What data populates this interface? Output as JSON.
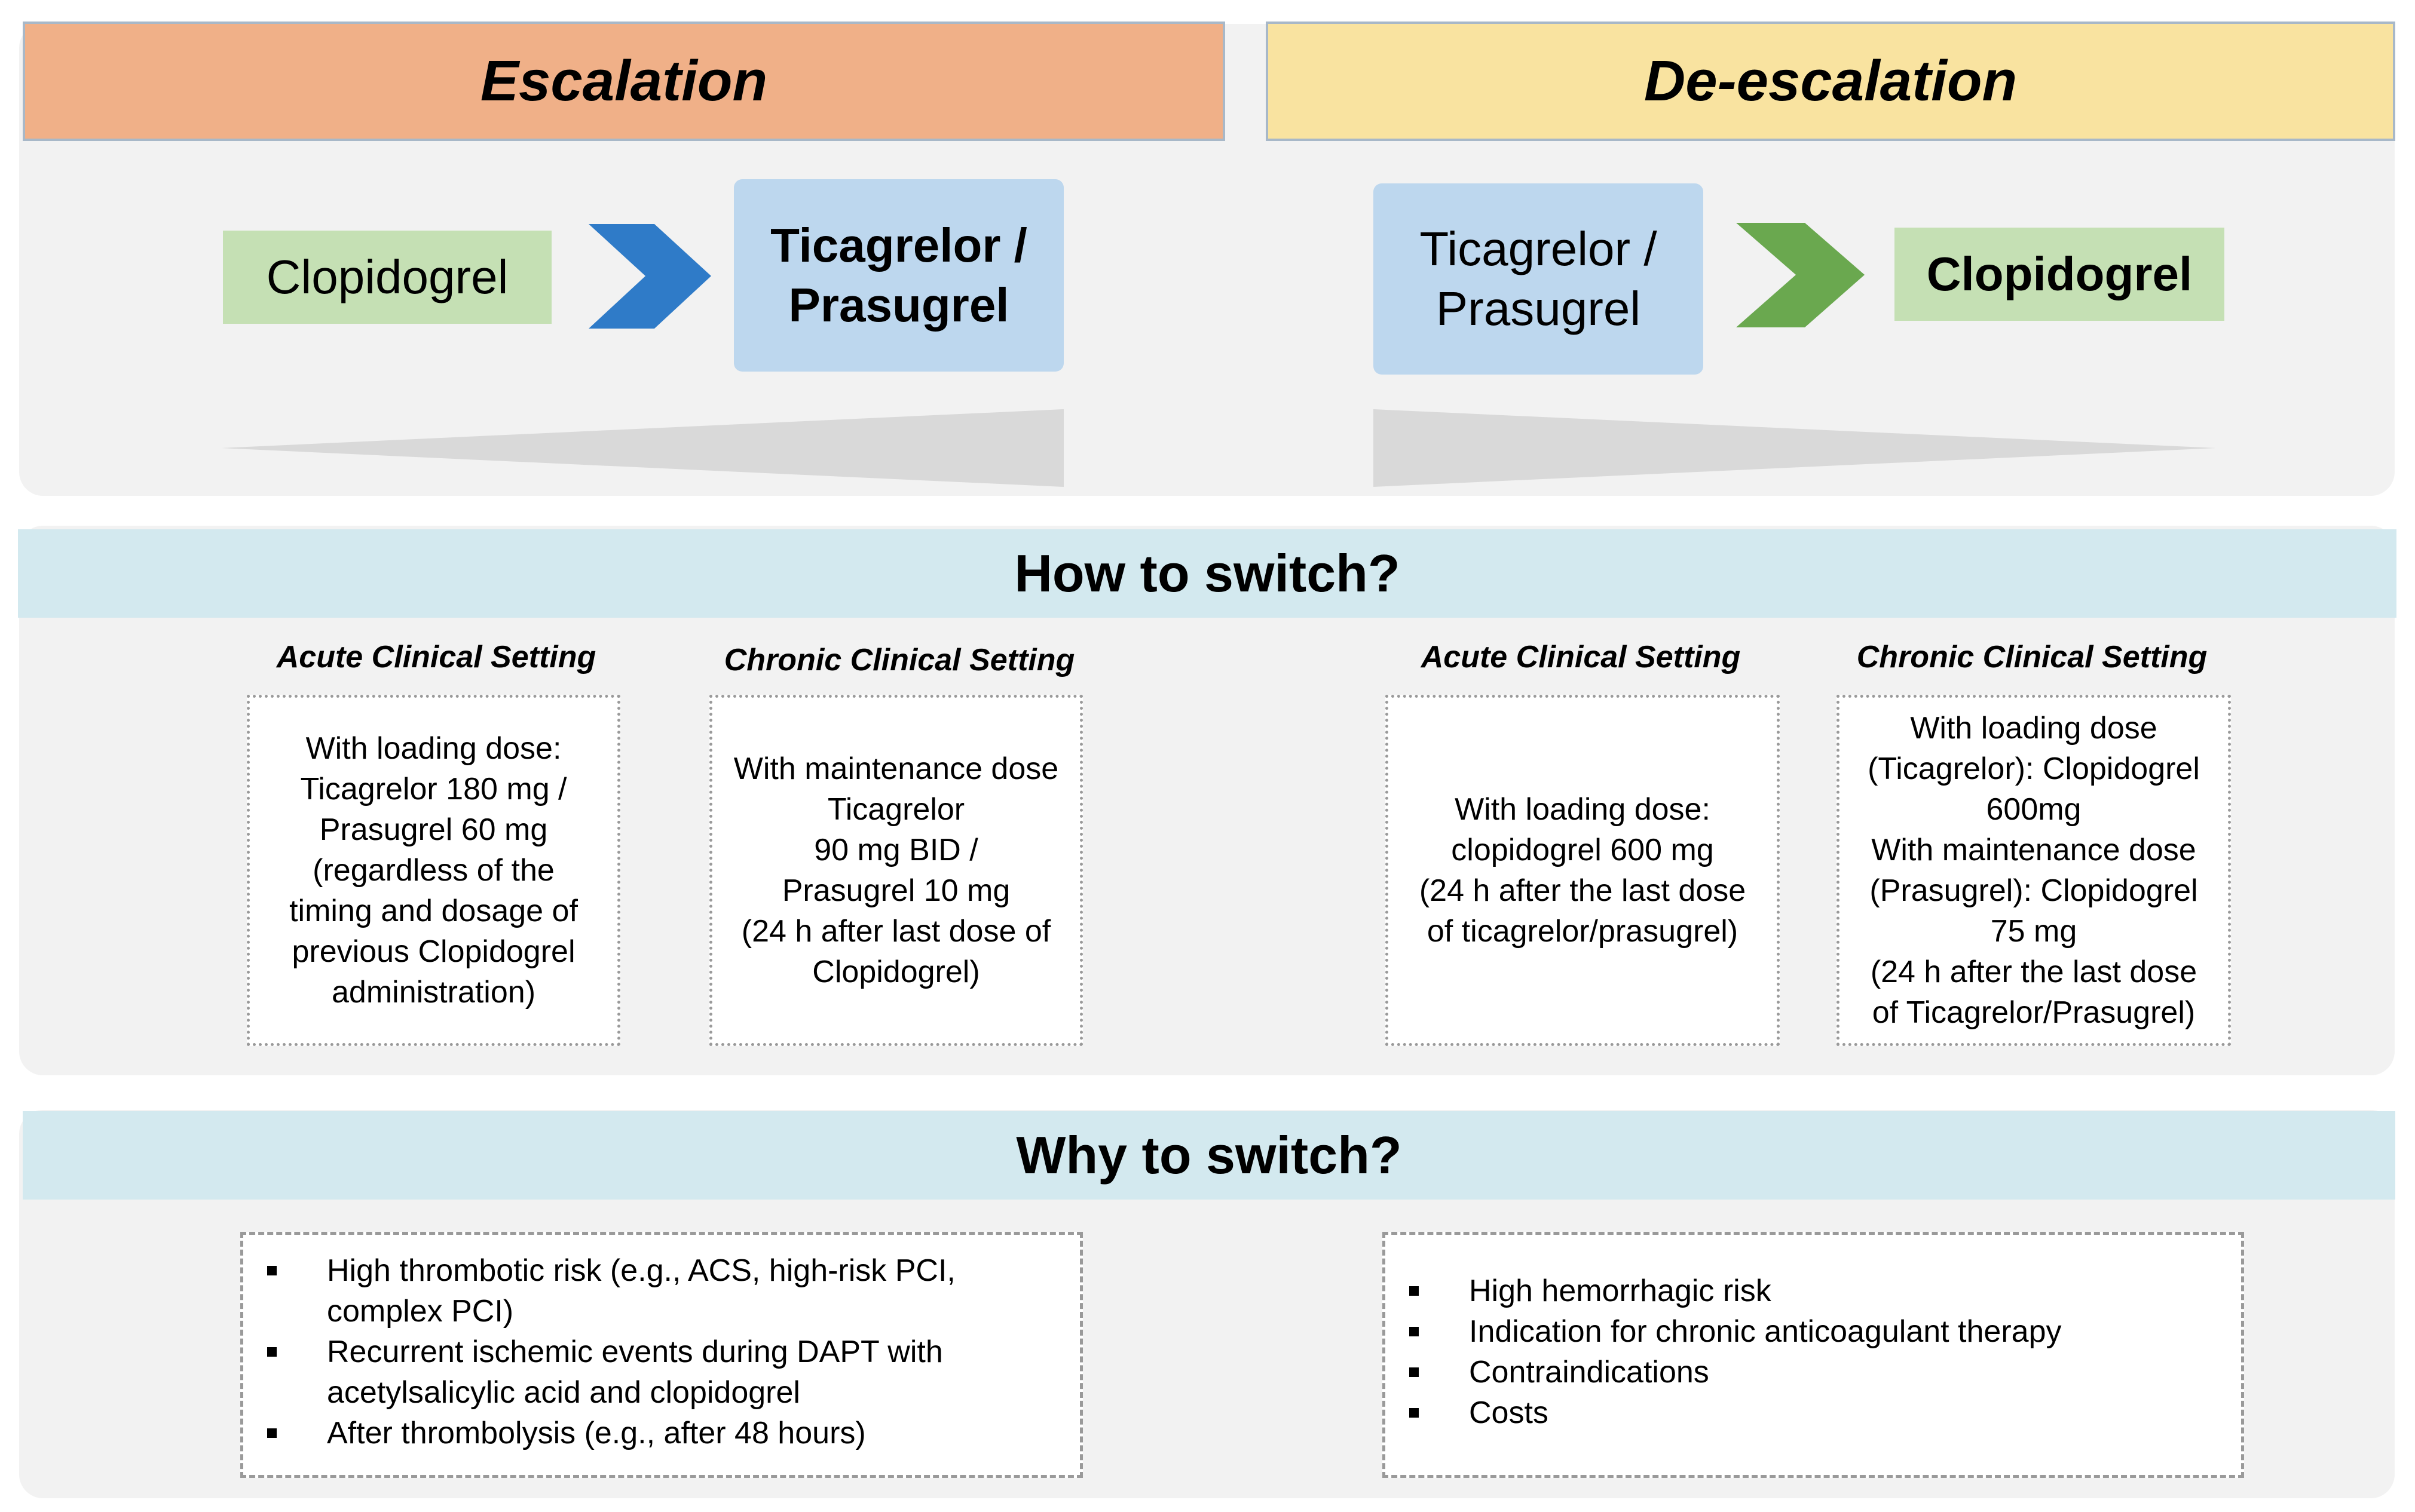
{
  "escalation": {
    "title": "Escalation",
    "from": "Clopidogrel",
    "to_line1": "Ticagrelor /",
    "to_line2": "Prasugrel",
    "arrow_color": "#2f7bc8"
  },
  "deescalation": {
    "title": "De-escalation",
    "from_line1": "Ticagrelor /",
    "from_line2": "Prasugrel",
    "to": "Clopidogrel",
    "arrow_color": "#6aa84f"
  },
  "how": {
    "title": "How to switch?",
    "settings": [
      {
        "label": "Acute Clinical Setting",
        "lines": [
          "With loading dose:",
          "Ticagrelor 180 mg /",
          "Prasugrel 60 mg",
          "(regardless of the",
          "timing and dosage of",
          "previous Clopidogrel",
          "administration)"
        ]
      },
      {
        "label": "Chronic Clinical Setting",
        "lines": [
          "With maintenance dose",
          "Ticagrelor",
          "90 mg BID /",
          "Prasugrel 10 mg",
          "(24 h after last dose of",
          "Clopidogrel)"
        ]
      },
      {
        "label": "Acute Clinical Setting",
        "lines": [
          "With loading dose:",
          "clopidogrel 600 mg",
          "(24 h after the last dose",
          "of ticagrelor/prasugrel)"
        ]
      },
      {
        "label": "Chronic Clinical Setting",
        "lines": [
          "With loading dose",
          "(Ticagrelor): Clopidogrel",
          "600mg",
          "With maintenance dose",
          "(Prasugrel): Clopidogrel",
          "75 mg",
          "(24 h after the last dose",
          "of Ticagrelor/Prasugrel)"
        ]
      }
    ]
  },
  "why": {
    "title": "Why to switch?",
    "escalation_reasons": [
      [
        "High thrombotic risk (e.g., ACS, high-risk PCI,",
        "complex PCI)"
      ],
      [
        "Recurrent ischemic events during DAPT with",
        "acetylsalicylic acid and clopidogrel"
      ],
      [
        "After thrombolysis (e.g., after 48 hours)"
      ]
    ],
    "deescalation_reasons": [
      [
        "High hemorrhagic risk"
      ],
      [
        "Indication for chronic anticoagulant therapy"
      ],
      [
        "Contraindications"
      ],
      [
        "Costs"
      ]
    ]
  }
}
